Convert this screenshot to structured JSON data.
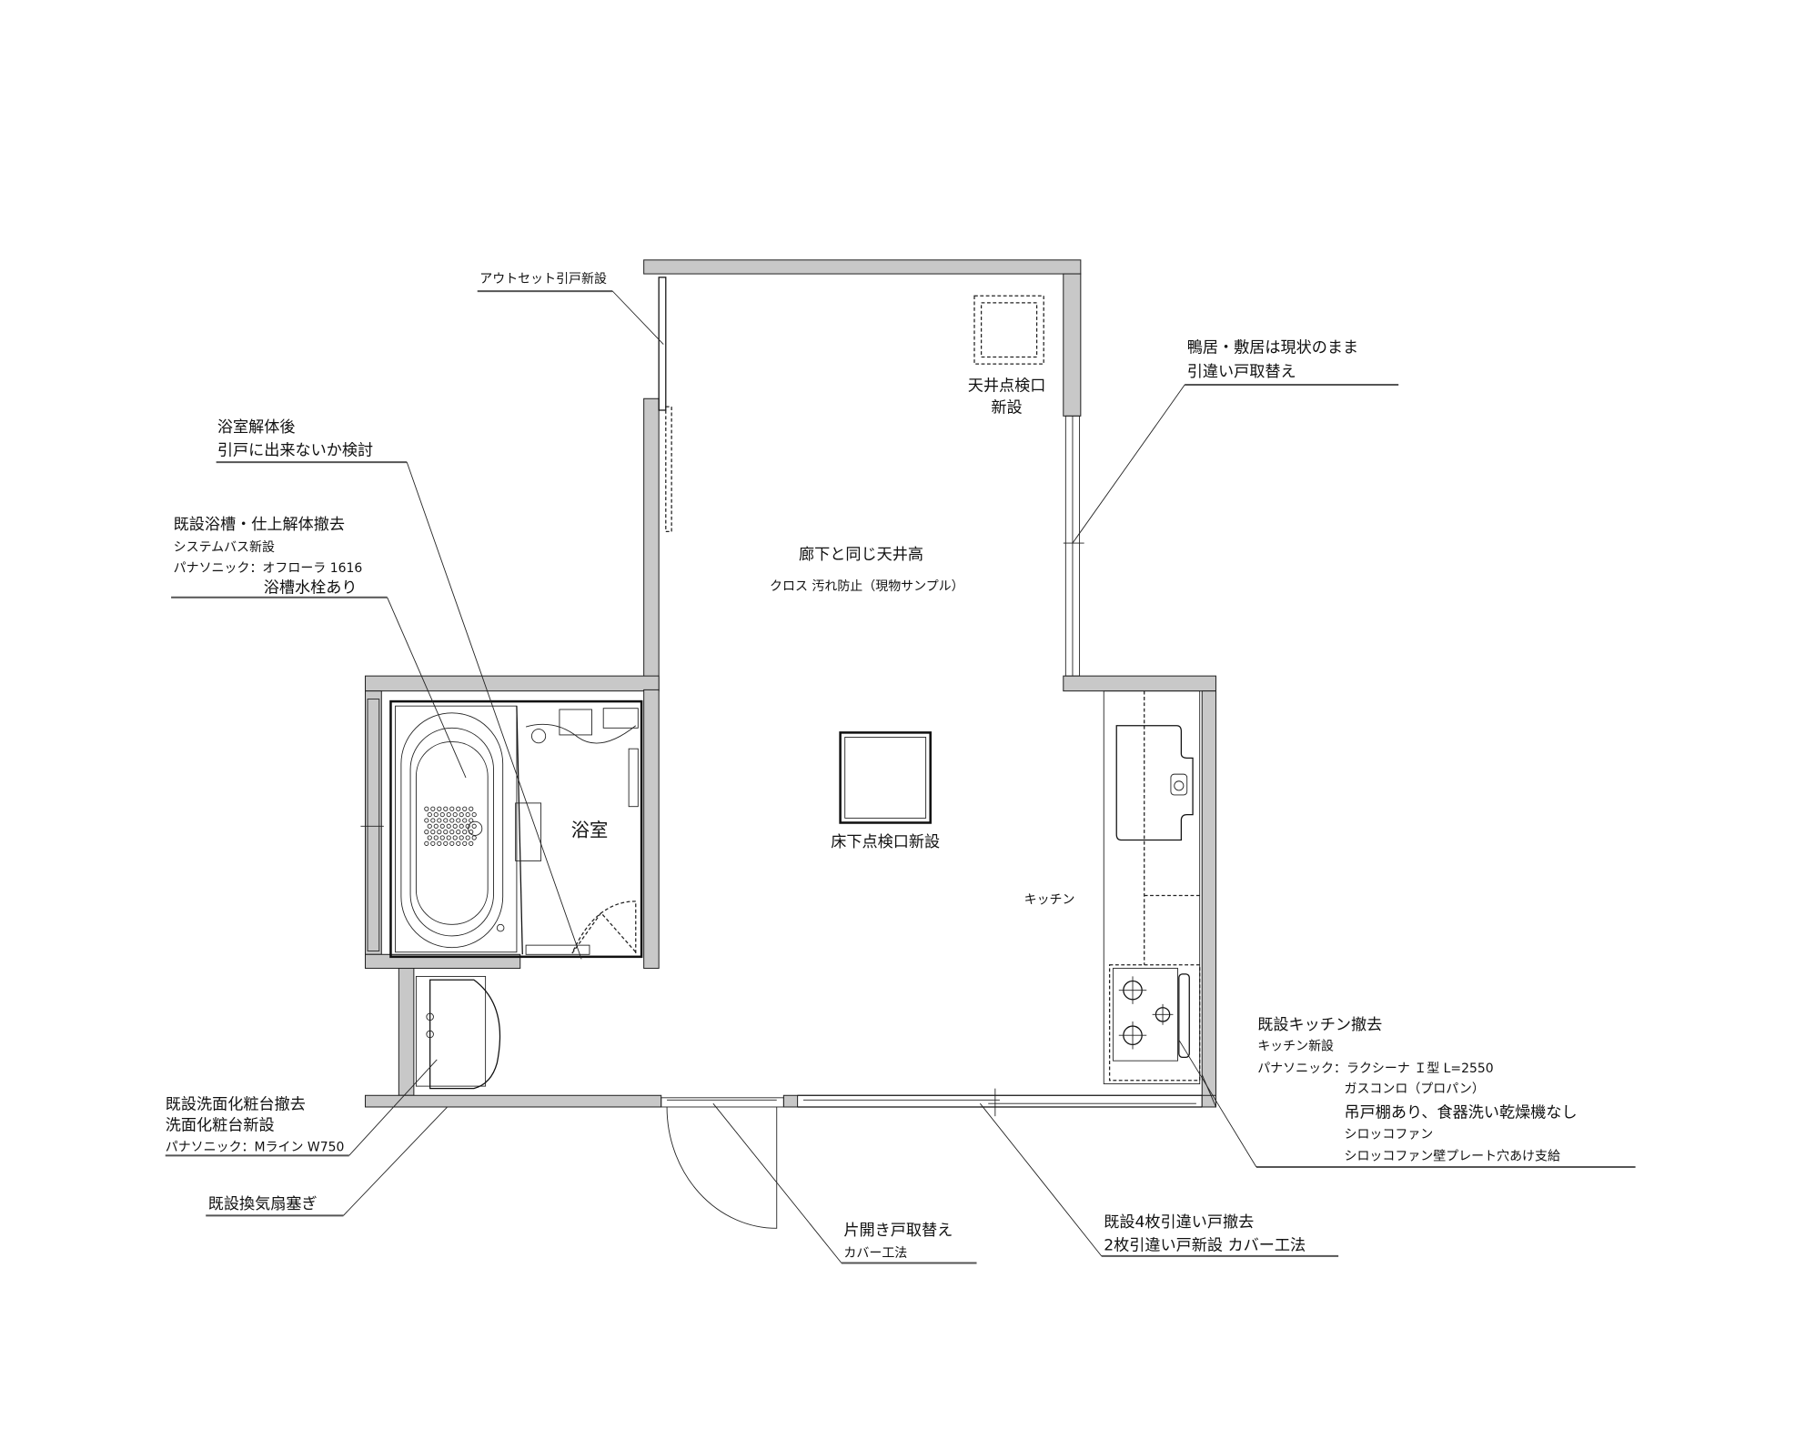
{
  "labels": {
    "outset_door": "アウトセット引戸新設",
    "bath_review": [
      "浴室解体後",
      "引戸に出来ないか検討"
    ],
    "bathtub": [
      "既設浴槽・仕上解体撤去",
      "システムバス新設",
      "パナソニック：オフローラ 1616",
      "浴槽水栓あり"
    ],
    "lintel": [
      "鴨居・敷居は現状のまま",
      "引違い戸取替え"
    ],
    "ceiling_hatch": [
      "天井点検口",
      "新設"
    ],
    "ceiling_height": "廊下と同じ天井高",
    "cloth": "クロス 汚れ防止（現物サンプル）",
    "bathroom": "浴室",
    "floor_hatch": "床下点検口新設",
    "kitchen": "キッチン",
    "kitchen_note": [
      "既設キッチン撤去",
      "キッチン新設",
      "パナソニック：ラクシーナ Ｉ型 L=2550",
      "ガスコンロ（プロパン）",
      "吊戸棚あり、食器洗い乾燥機なし",
      "シロッコファン",
      "シロッコファン壁プレート穴あけ支給"
    ],
    "vanity": [
      "既設洗面化粧台撤去",
      "洗面化粧台新設",
      "パナソニック：Mライン W750"
    ],
    "fan": "既設換気扇塞ぎ",
    "hinged_door": [
      "片開き戸取替え",
      "カバー工法"
    ],
    "sliding_door": [
      "既設4枚引違い戸撤去",
      "2枚引違い戸新設 カバー工法"
    ]
  }
}
